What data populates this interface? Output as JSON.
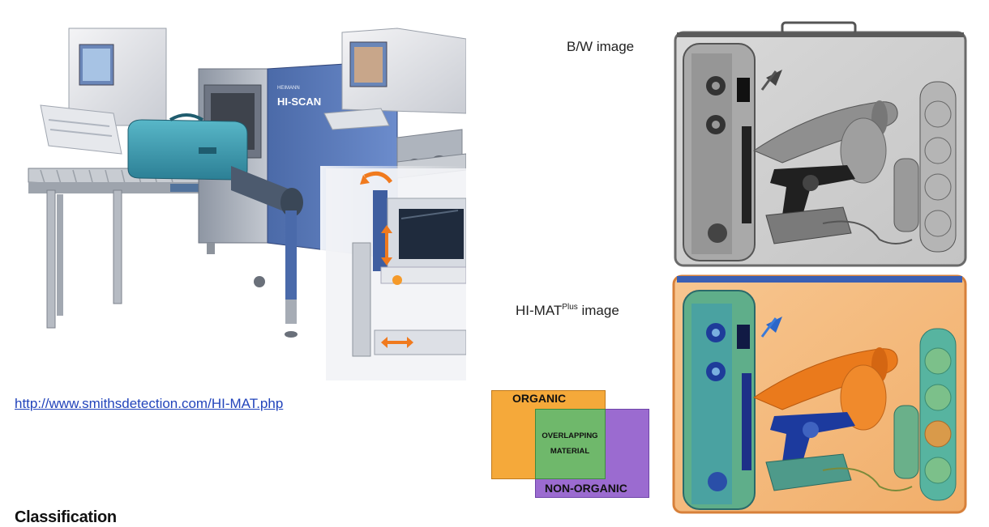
{
  "link": {
    "text": "http://www.smithsdetection.com/HI-MAT.php"
  },
  "heading": {
    "text": "Classification"
  },
  "captions": {
    "bw": "B/W image",
    "himat_main": "HI-MAT",
    "himat_sup": "Plus",
    "himat_suffix": " image"
  },
  "machine": {
    "brand_small": "HEIMANN",
    "brand_large": "HI-SCAN"
  },
  "legend": {
    "organic": "ORGANIC",
    "overlap_line1": "OVERLAPPING",
    "overlap_line2": "MATERIAL",
    "nonorganic": "NON-ORGANIC",
    "colors": {
      "organic": "#f5a93a",
      "overlap": "#6fb86b",
      "nonorganic": "#9b6bd0"
    }
  }
}
